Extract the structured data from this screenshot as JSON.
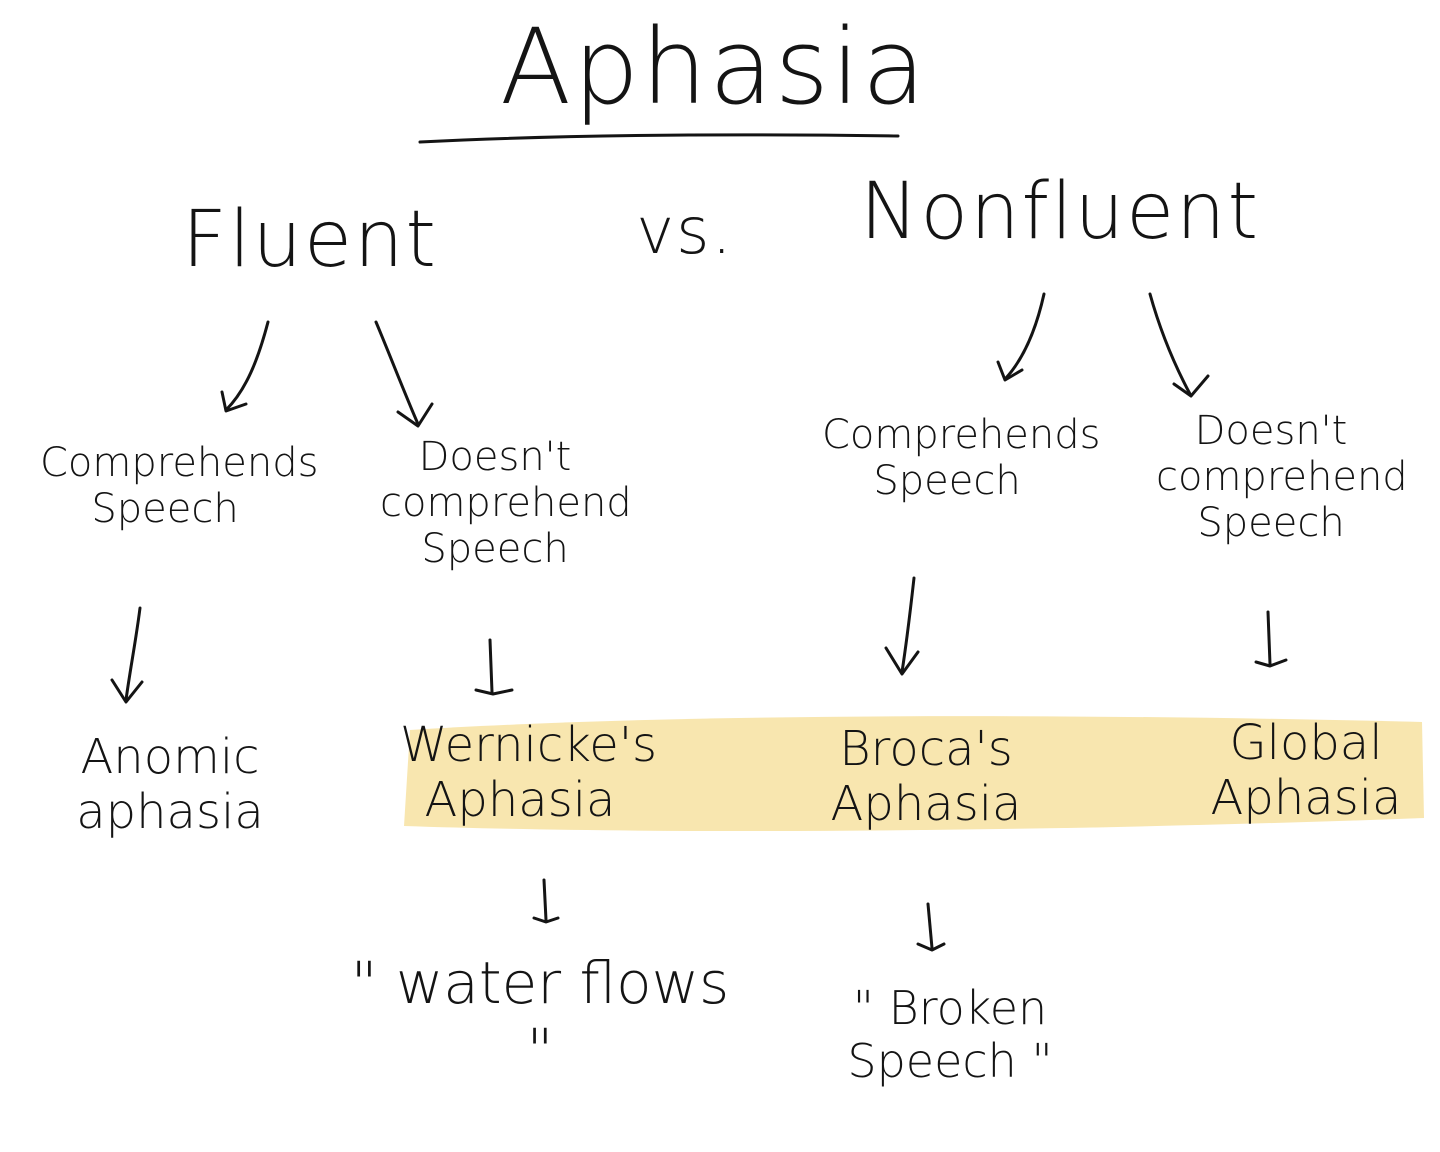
{
  "title": "Aphasia",
  "versus": "vs.",
  "categories": {
    "fluent": {
      "label": "Fluent",
      "comprehends": "Comprehends\nSpeech",
      "doesnt": "Doesn't\ncomprehend\nSpeech",
      "comprehends_result": "Anomic\naphasia",
      "doesnt_result": "Wernicke's\nAphasia",
      "doesnt_example": "\" water flows \""
    },
    "nonfluent": {
      "label": "Nonfluent",
      "comprehends": "Comprehends\nSpeech",
      "doesnt": "Doesn't\ncomprehend\nSpeech",
      "comprehends_result": "Broca's\nAphasia",
      "doesnt_result": "Global\nAphasia",
      "comprehends_example": "\" Broken\nSpeech \""
    }
  },
  "colors": {
    "ink": "#141414",
    "highlight": "#f7e3a6"
  }
}
